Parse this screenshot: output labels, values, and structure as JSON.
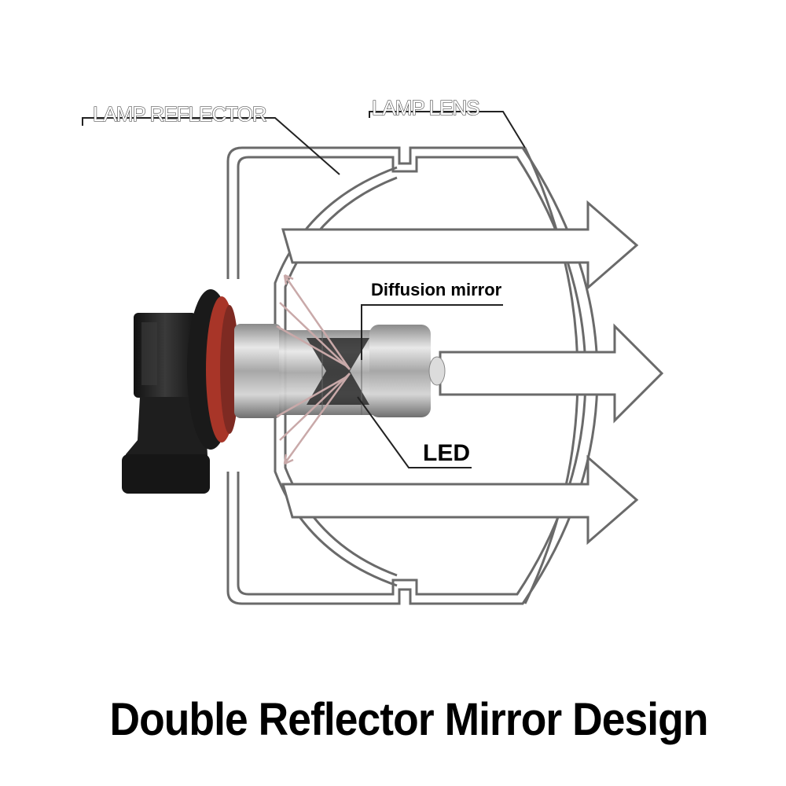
{
  "labels": {
    "lamp_reflector": "LAMP REFLECTOR",
    "lamp_lens": "LAMP LENS",
    "diffusion_mirror": "Diffusion mirror",
    "led": "LED"
  },
  "caption": "Double Reflector Mirror Design",
  "colors": {
    "outline": "#6a6a6a",
    "socket": "#1c1c1c",
    "gasket": "#b03a2e",
    "bulb_metal": "#b8b8b8",
    "led_arrow": "#c9a9a9"
  }
}
